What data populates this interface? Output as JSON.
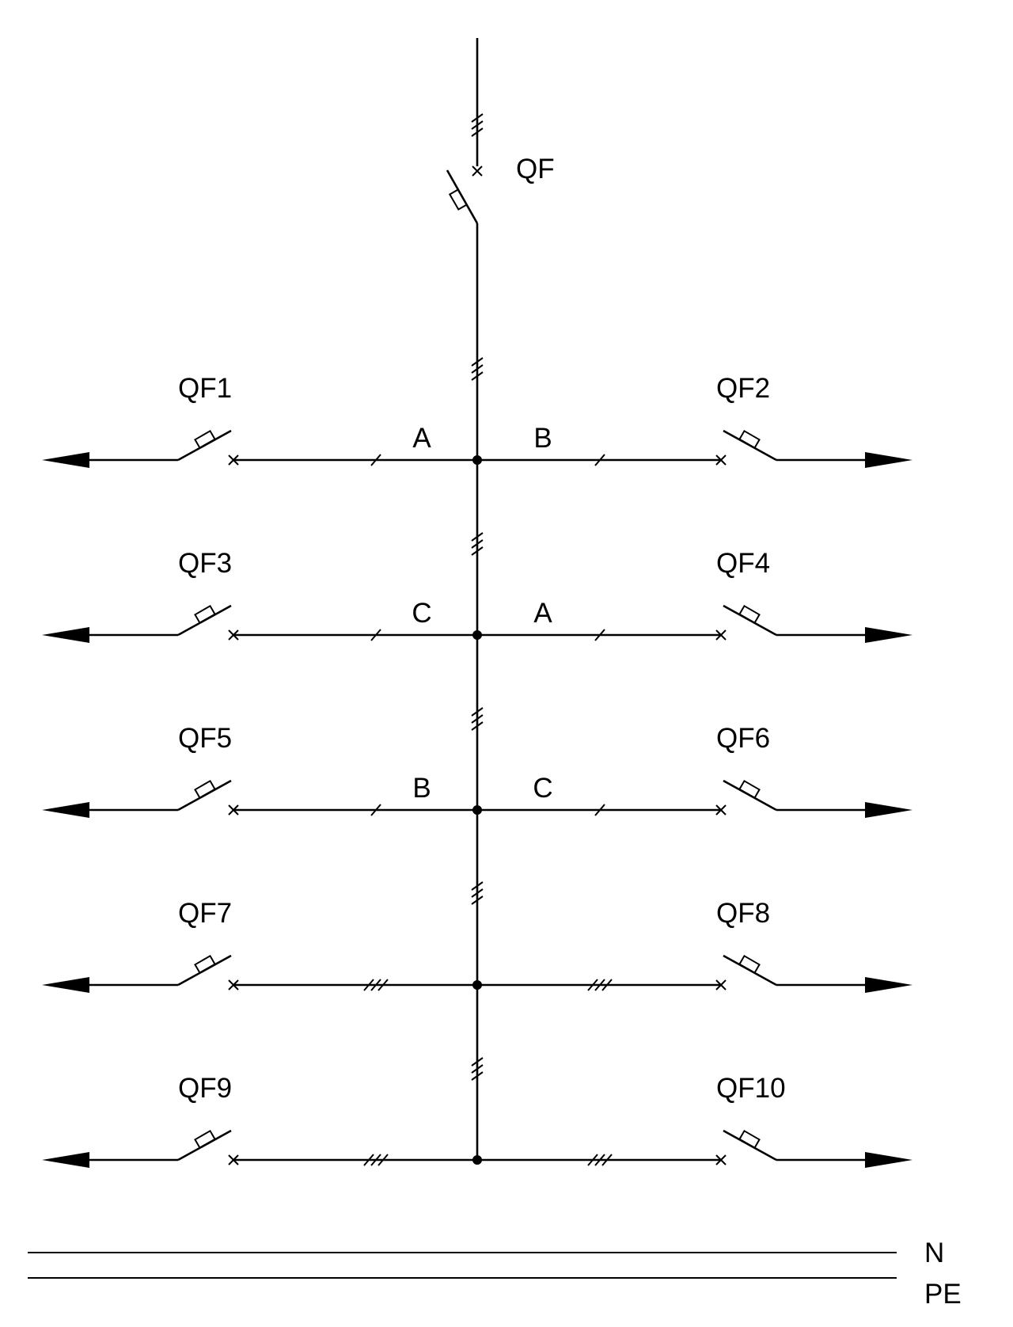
{
  "main_breaker": {
    "label": "QF"
  },
  "rows": [
    {
      "left": {
        "label": "QF1",
        "phase": "A",
        "poles": 1
      },
      "right": {
        "label": "QF2",
        "phase": "B",
        "poles": 1
      }
    },
    {
      "left": {
        "label": "QF3",
        "phase": "C",
        "poles": 1
      },
      "right": {
        "label": "QF4",
        "phase": "A",
        "poles": 1
      }
    },
    {
      "left": {
        "label": "QF5",
        "phase": "B",
        "poles": 1
      },
      "right": {
        "label": "QF6",
        "phase": "C",
        "poles": 1
      }
    },
    {
      "left": {
        "label": "QF7",
        "phase": "",
        "poles": 3
      },
      "right": {
        "label": "QF8",
        "phase": "",
        "poles": 3
      }
    },
    {
      "left": {
        "label": "QF9",
        "phase": "",
        "poles": 3
      },
      "right": {
        "label": "QF10",
        "phase": "",
        "poles": 3
      }
    }
  ],
  "conductors": {
    "neutral": "N",
    "protective_earth": "PE"
  }
}
